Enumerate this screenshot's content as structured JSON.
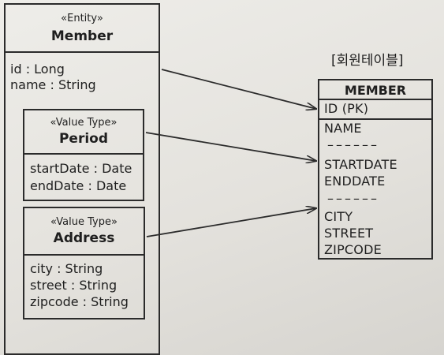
{
  "member_entity": {
    "stereotype": "«Entity»",
    "name": "Member",
    "attributes": [
      "id : Long",
      "name : String"
    ]
  },
  "period_value": {
    "stereotype": "«Value Type»",
    "name": "Period",
    "attributes": [
      "startDate : Date",
      "endDate : Date"
    ]
  },
  "address_value": {
    "stereotype": "«Value Type»",
    "name": "Address",
    "attributes": [
      "city : String",
      "street : String",
      "zipcode : String"
    ]
  },
  "table_label": "[회원테이블]",
  "member_table": {
    "name": "MEMBER",
    "pk_column": "ID (PK)",
    "name_column": "NAME",
    "period_columns": [
      "STARTDATE",
      "ENDDATE"
    ],
    "address_columns": [
      "CITY",
      "STREET",
      "ZIPCODE"
    ],
    "separator": "––––––"
  }
}
